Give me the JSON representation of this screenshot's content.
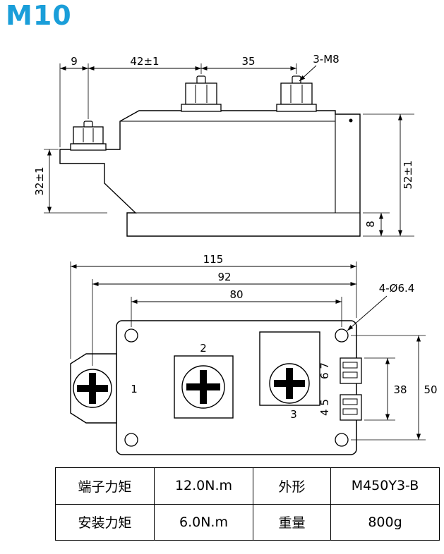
{
  "title": "M10",
  "accent_color": "#1a9ed9",
  "side_view": {
    "dim_9": "9",
    "dim_42": "42±1",
    "dim_35": "35",
    "bolt_label": "3-M8",
    "dim_32": "32±1",
    "dim_52": "52±1",
    "dim_8": "8"
  },
  "top_view": {
    "dim_115": "115",
    "dim_92": "92",
    "dim_80": "80",
    "hole_label": "4-Ø6.4",
    "dim_38": "38",
    "dim_50": "50",
    "terminal_1": "1",
    "terminal_2": "2",
    "terminal_3": "3",
    "pins_67": "6 7",
    "pins_45": "4 5"
  },
  "table": {
    "rows": [
      [
        "端子力矩",
        "12.0N.m",
        "外形",
        "M450Y3-B"
      ],
      [
        "安装力矩",
        "6.0N.m",
        "重量",
        "800g"
      ]
    ]
  }
}
